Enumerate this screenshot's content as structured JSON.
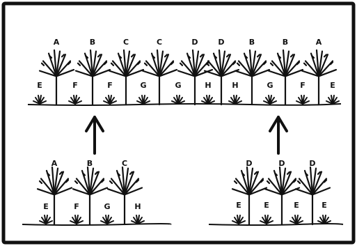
{
  "colors": {
    "ink": "#111111",
    "paper": "#ffffff"
  },
  "icons": {
    "arrow": "up-arrow-icon",
    "tree": "tree-icon",
    "shrub": "shrub-icon"
  },
  "main_row": {
    "tree_labels": [
      "A",
      "B",
      "C",
      "C",
      "D",
      "D",
      "B",
      "B",
      "A"
    ],
    "shrub_labels": [
      "E",
      "F",
      "F",
      "G",
      "G",
      "H",
      "H",
      "G",
      "F",
      "E"
    ]
  },
  "left_group": {
    "tree_labels": [
      "A",
      "B",
      "C"
    ],
    "shrub_labels": [
      "E",
      "F",
      "G",
      "H"
    ]
  },
  "right_group": {
    "tree_labels": [
      "D",
      "D",
      "D"
    ],
    "shrub_labels": [
      "E",
      "E",
      "E",
      "E"
    ]
  }
}
